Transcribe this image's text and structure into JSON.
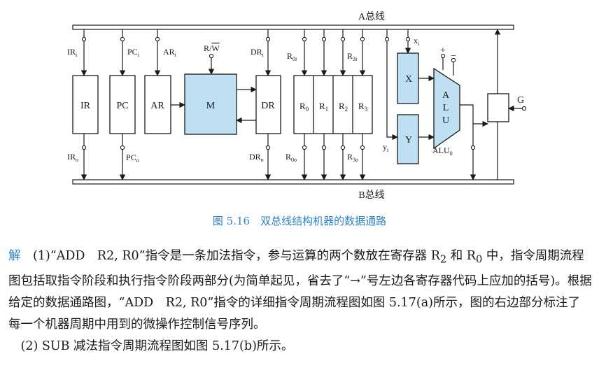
{
  "diagram": {
    "bus_a_label": "A总线",
    "bus_b_label": "B总线",
    "registers": {
      "ir": "IR",
      "pc": "PC",
      "ar": "AR",
      "m": "M",
      "dr": "DR",
      "r0": "R",
      "r1": "R",
      "r2": "R",
      "r3": "R",
      "x": "X",
      "y": "Y",
      "alu": [
        "A",
        "L",
        "U"
      ],
      "g": "G"
    },
    "subscripts": {
      "r0": "0",
      "r1": "1",
      "r2": "2",
      "r3": "3"
    },
    "signals": {
      "ir_in": "IR",
      "ir_in_sub": "i",
      "pc_in": "PC",
      "pc_in_sub": "i",
      "ar_in": "AR",
      "ar_in_sub": "i",
      "rw": "R/",
      "rw_bar": "W",
      "dr_in": "DR",
      "dr_in_sub": "i",
      "r0_in": "R",
      "r0_in_sub": "0i",
      "r3_in": "R",
      "r3_in_sub": "3i",
      "x_in": "x",
      "x_in_sub": "i",
      "y_in": "y",
      "y_in_sub": "i",
      "ir_out": "IR",
      "ir_out_sub": "o",
      "pc_out": "PC",
      "pc_out_sub": "o",
      "dr_out": "DR",
      "dr_out_sub": "o",
      "r0_out": "R",
      "r0_out_sub": "0o",
      "r3_out": "R",
      "r3_out_sub": "3o",
      "alu_out": "ALU",
      "alu_out_sub": "0",
      "plus": "+",
      "minus": "−"
    },
    "colors": {
      "fill": "#bfe0f2",
      "stroke": "#1a1a1a",
      "accent": "#2a83c6"
    }
  },
  "caption": "图 5.16　双总线结构机器的数据通路",
  "answer": {
    "jie": "解",
    "p1_a": "　(1)“ADD　R2, R0”指令是一条加法指令，参与运算的两个数放在寄存器 R",
    "p1_s1": "2",
    "p1_b": " 和 R",
    "p1_s2": "0",
    "p1_c": " 中，指令周期流程图包括取指令阶段和执行指令阶段两部分(为简单起见，省去了“→”号左边各寄存器代码上应加的括号)。根据给定的数据通路图，“ADD　R2, R0”指令的详细指令周期流程图如图 5.17(a)所示，图的右边部分标注了每一个机器周期中用到的微操作控制信号序列。",
    "p2": "(2) SUB 减法指令周期流程图如图 5.17(b)所示。"
  }
}
